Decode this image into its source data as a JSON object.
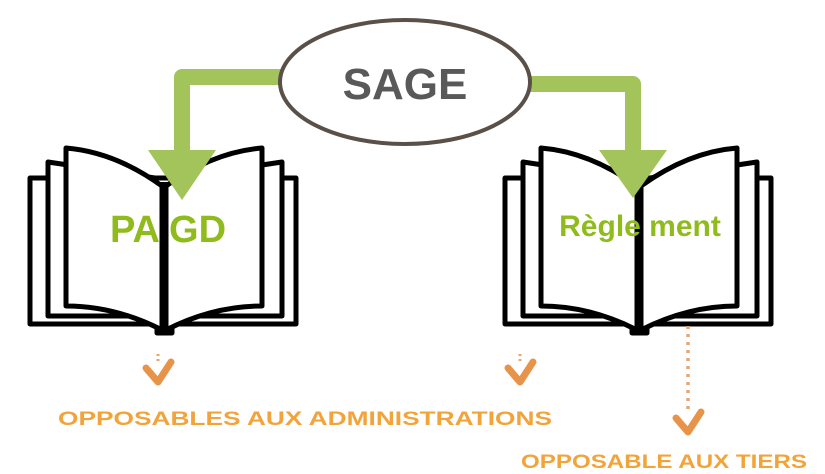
{
  "diagram": {
    "root": {
      "label": "SAGE"
    },
    "documents": [
      {
        "label": "PAGD",
        "shown_as": "PA GD"
      },
      {
        "label": "Règlement",
        "shown_as": "Règle ment"
      }
    ],
    "effects": [
      {
        "label": "OPPOSABLES AUX ADMINISTRATIONS",
        "applies_to": [
          "PAGD",
          "Règlement"
        ]
      },
      {
        "label": "OPPOSABLE AUX TIERS",
        "applies_to": [
          "Règlement"
        ]
      }
    ]
  },
  "colors": {
    "ellipse_stroke": "#5a5048",
    "root_text": "#595959",
    "green_arrow": "#a2c45b",
    "document_label": "#8fbc1c",
    "effect_text": "#f2a33a",
    "chevron": "#e8934a",
    "dotted_line": "#e2a877",
    "book_outline": "#000000"
  },
  "icons": [
    "open-book-icon",
    "chevron-down-icon",
    "curved-arrow"
  ]
}
